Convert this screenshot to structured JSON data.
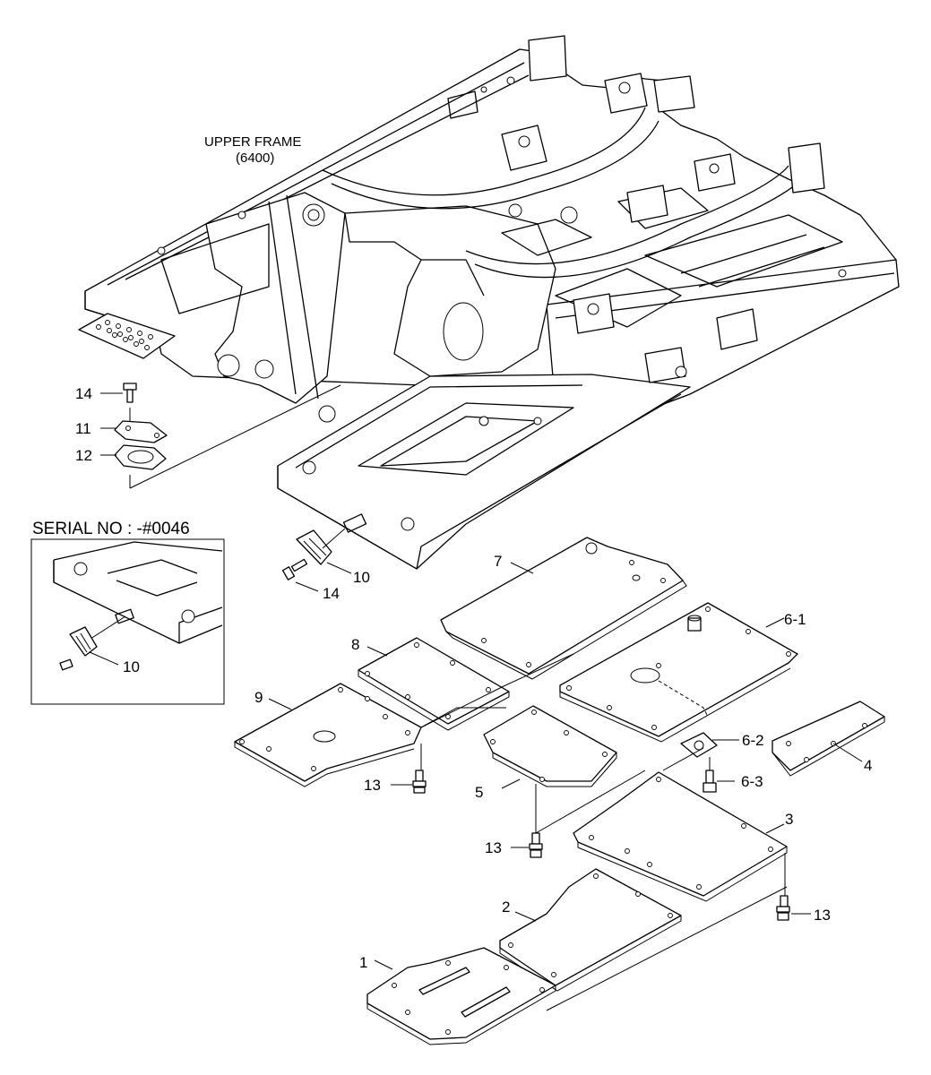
{
  "header": {
    "upper_frame_title": "UPPER FRAME",
    "upper_frame_code": "(6400)"
  },
  "inset": {
    "serial_label": "SERIAL NO : -#0046",
    "part_label": "10"
  },
  "parts": {
    "p1": "1",
    "p2": "2",
    "p3": "3",
    "p4": "4",
    "p5": "5",
    "p6_1": "6-1",
    "p6_2": "6-2",
    "p6_3": "6-3",
    "p7": "7",
    "p8": "8",
    "p9": "9",
    "p10": "10",
    "p11": "11",
    "p12": "12",
    "p13a": "13",
    "p13b": "13",
    "p13c": "13",
    "p14a": "14",
    "p14b": "14"
  }
}
